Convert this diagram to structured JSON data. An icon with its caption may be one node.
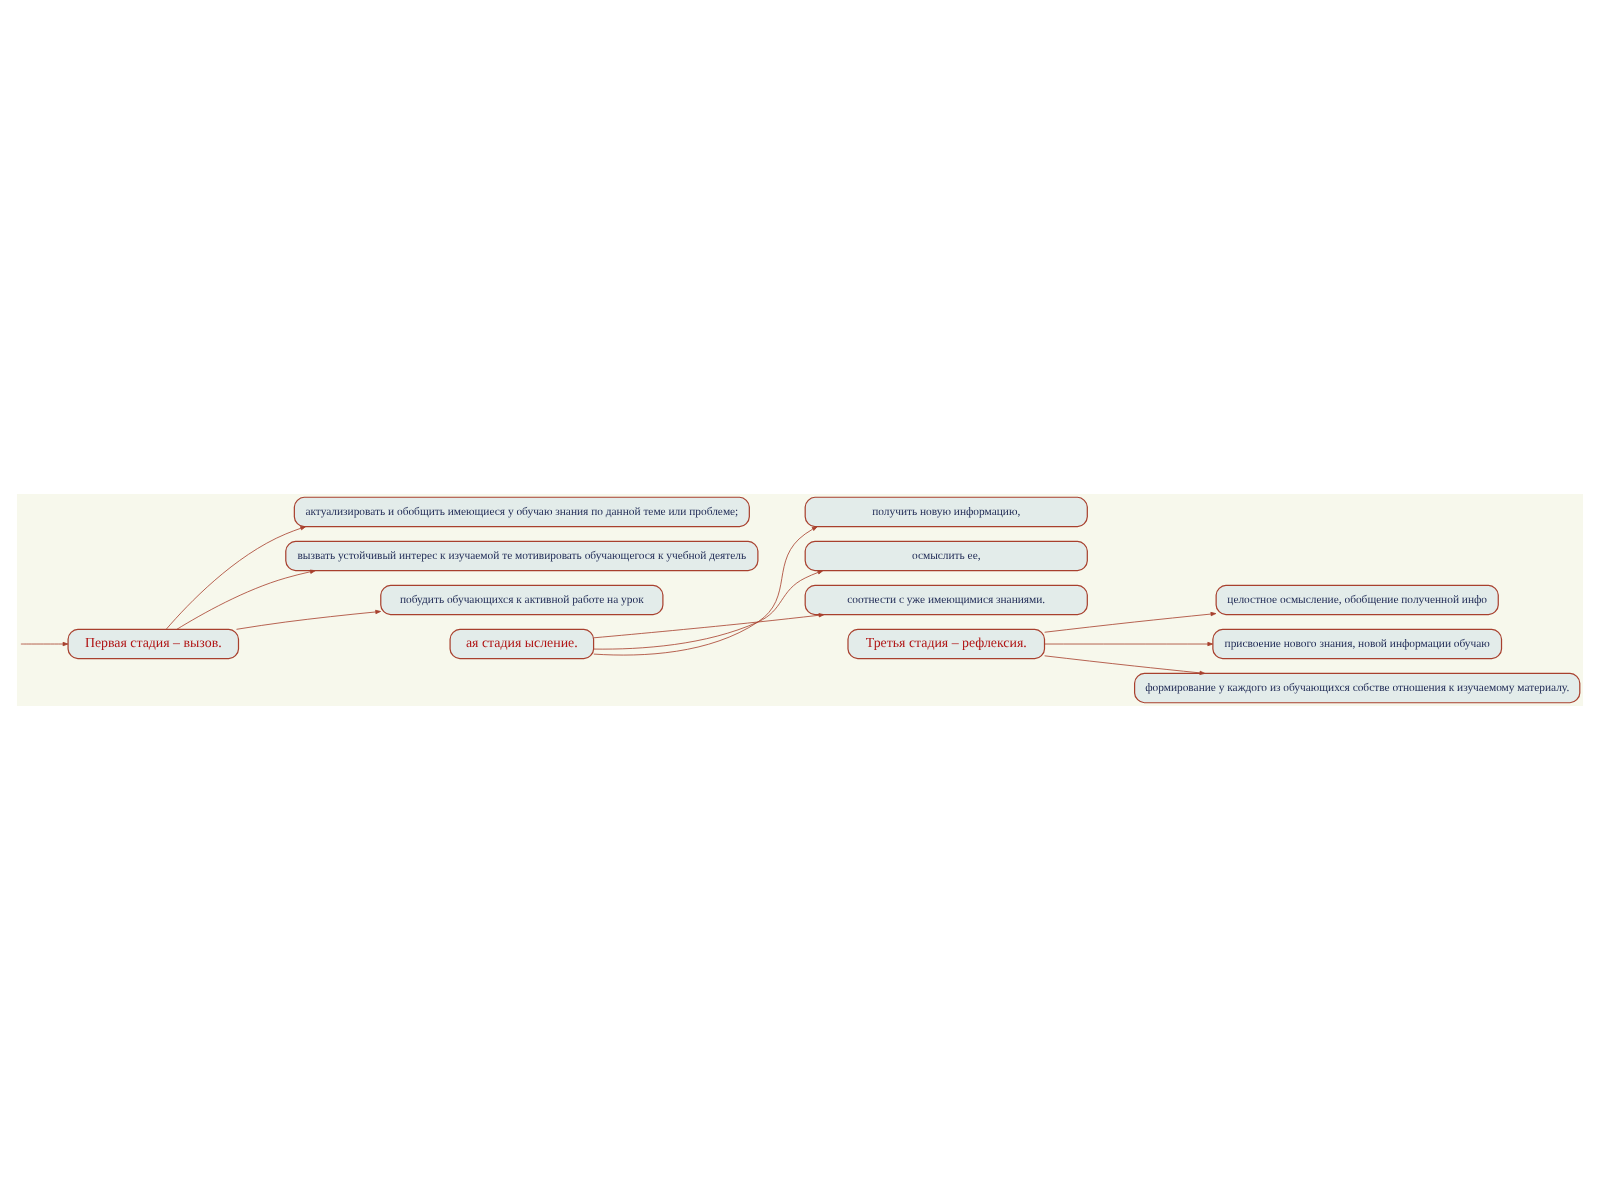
{
  "diagram": {
    "nodes": [
      {
        "text": [
          "Первая стадия – вызов."
        ]
      },
      {
        "text": [
          "актуализировать и обобщить имеющиеся у обучаю знания по данной теме или проблеме;"
        ]
      },
      {
        "text": [
          "вызвать устойчивый интерес к изучаемой те мотивировать обучающегося к учебной деятель"
        ]
      },
      {
        "text": [
          "побудить обучающихся к активной работе на урок"
        ]
      },
      {
        "text": [
          "ая стадия ысление."
        ]
      },
      {
        "text": [
          "получить новую информацию,"
        ]
      },
      {
        "text": [
          "осмыслить ее,"
        ]
      },
      {
        "text": [
          "соотнести с уже имеющимися знаниями."
        ]
      },
      {
        "text": [
          "Третья стадия – рефлексия."
        ]
      },
      {
        "text": [
          "целостное осмысление, обобщение полученной инфо"
        ]
      },
      {
        "text": [
          "присвоение нового знания, новой информации обучаю"
        ]
      },
      {
        "text": [
          "формирование у каждого из обучающихся собстве отношения к изучаемому материалу."
        ]
      }
    ],
    "edges": [
      {
        "from": null,
        "to": 0,
        "arrow": "to"
      },
      {
        "from": 0,
        "to": 1,
        "arrow": "to"
      },
      {
        "from": 0,
        "to": 2,
        "arrow": "to"
      },
      {
        "from": 0,
        "to": 3,
        "arrow": "to"
      },
      {
        "from": 4,
        "to": 5,
        "arrow": "to"
      },
      {
        "from": 4,
        "to": 6,
        "arrow": "to"
      },
      {
        "from": 4,
        "to": 7,
        "arrow": "to"
      },
      {
        "from": 8,
        "to": 9,
        "arrow": "to"
      },
      {
        "from": 8,
        "to": 10,
        "arrow": "to"
      },
      {
        "from": 8,
        "to": 11,
        "arrow": "to"
      }
    ]
  }
}
